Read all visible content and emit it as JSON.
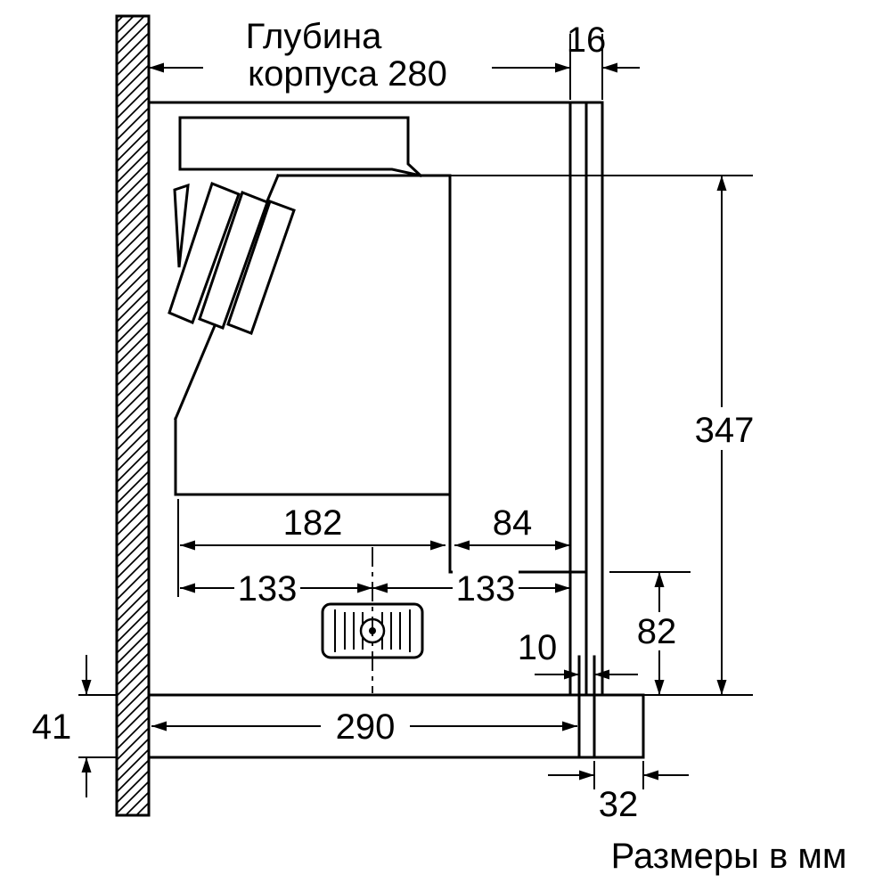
{
  "page": {
    "caption": "Размеры в мм",
    "background": "#ffffff",
    "line_color": "#000000"
  },
  "dimensions": {
    "body_depth": {
      "label_line1": "Глубина",
      "label_line2": "корпуса 280",
      "value_mm": 280
    },
    "front_panel_thickness": {
      "label": "16",
      "value_mm": 16
    },
    "total_height": {
      "label": "347",
      "value_mm": 347
    },
    "body_bottom_depth": {
      "label": "182",
      "value_mm": 182
    },
    "recess_depth": {
      "label": "84",
      "value_mm": 84
    },
    "center_left": {
      "label": "133",
      "value_mm": 133
    },
    "center_right": {
      "label": "133",
      "value_mm": 133
    },
    "lower_front_height": {
      "label": "82",
      "value_mm": 82
    },
    "gap": {
      "label": "10",
      "value_mm": 10
    },
    "visor_strip_height": {
      "label": "41",
      "value_mm": 41
    },
    "pullout_depth": {
      "label": "290",
      "value_mm": 290
    },
    "handle_depth": {
      "label": "32",
      "value_mm": 32
    }
  }
}
